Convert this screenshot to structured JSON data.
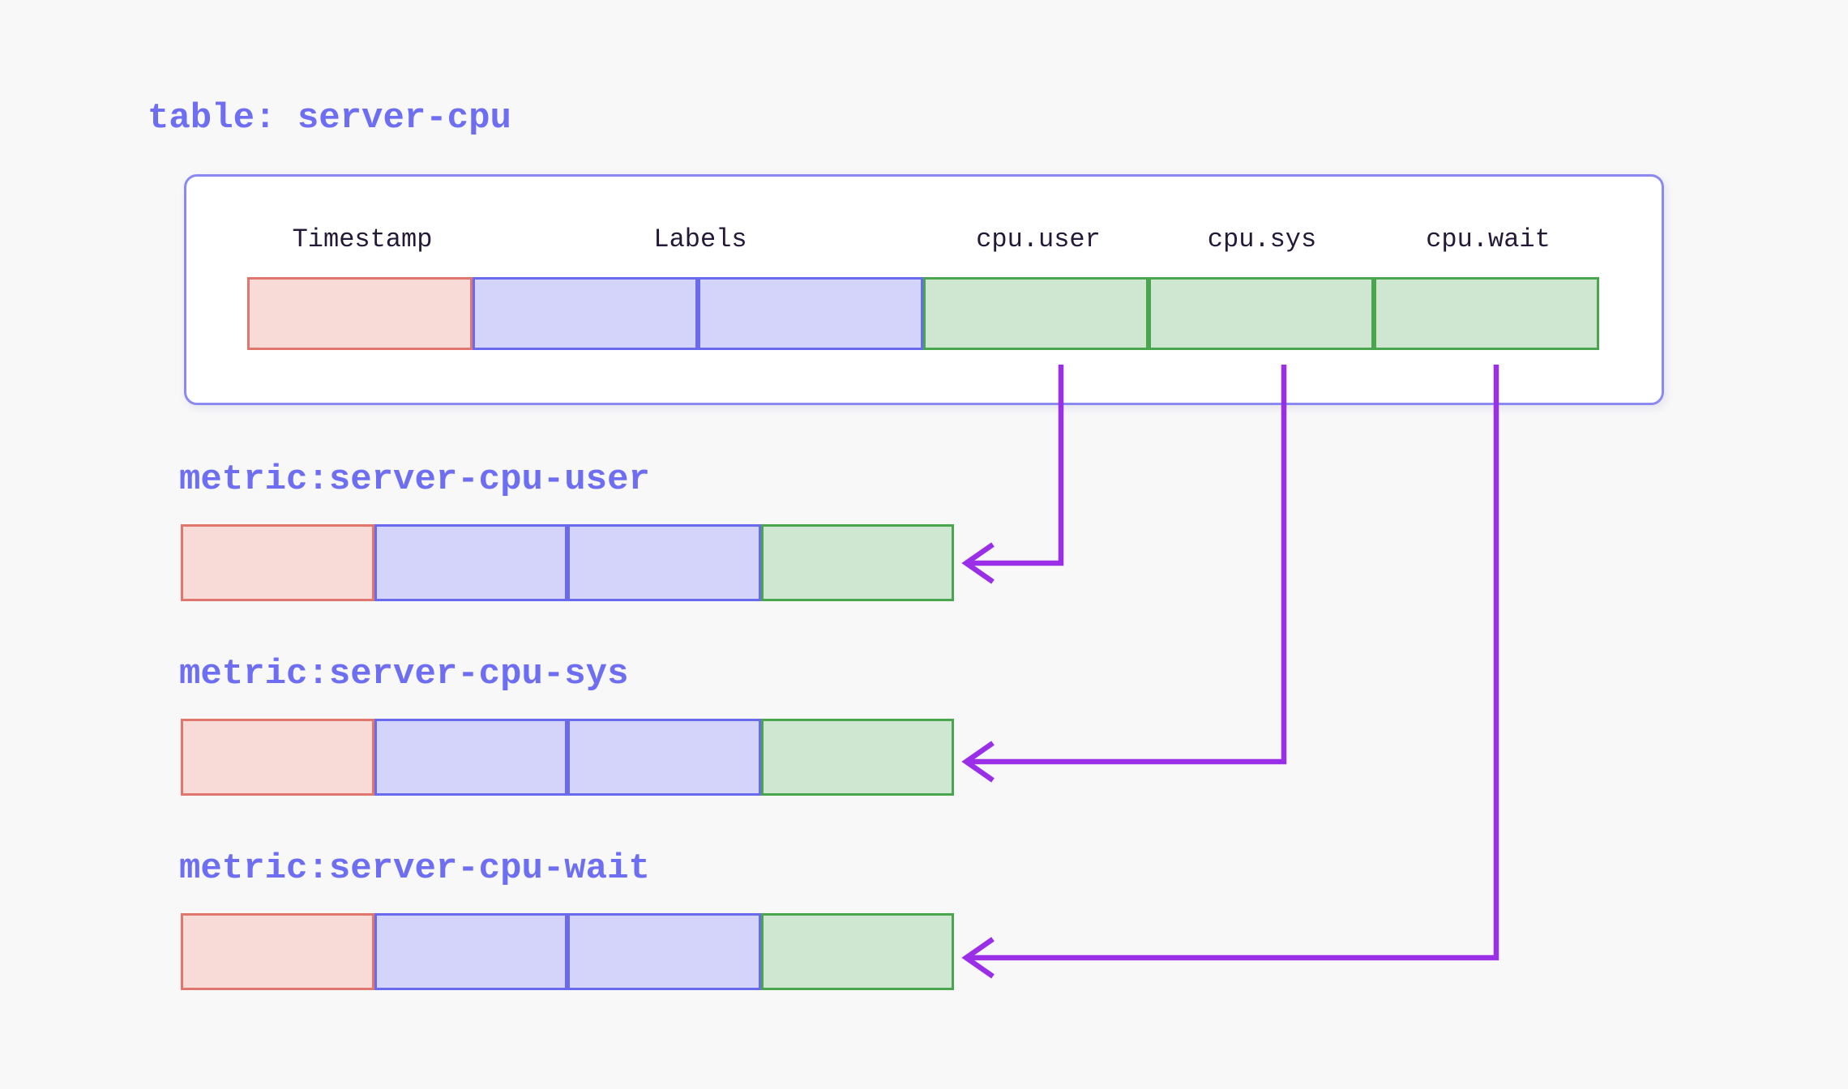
{
  "page": {
    "background": "#f8f8f9"
  },
  "table": {
    "title": "table: server-cpu",
    "columns": [
      {
        "label": "Timestamp"
      },
      {
        "label": "Labels"
      },
      {
        "label": "cpu.user"
      },
      {
        "label": "cpu.sys"
      },
      {
        "label": "cpu.wait"
      }
    ]
  },
  "metrics": [
    {
      "title": "metric:server-cpu-user",
      "source_column": "cpu.user"
    },
    {
      "title": "metric:server-cpu-sys",
      "source_column": "cpu.sys"
    },
    {
      "title": "metric:server-cpu-wait",
      "source_column": "cpu.wait"
    }
  ],
  "colors": {
    "page_bg": "#f8f8f9",
    "accent_text": "#6e6ef2",
    "header_text": "#241a38",
    "box_border": "#8a8af2",
    "timestamp_fill": "#f8dbd7",
    "timestamp_border": "#e0766d",
    "labels_fill": "#d4d4fb",
    "labels_border": "#6a6aee",
    "field_fill": "#cfe6d0",
    "field_border": "#4aa64e",
    "arrow": "#9b2fe8"
  }
}
